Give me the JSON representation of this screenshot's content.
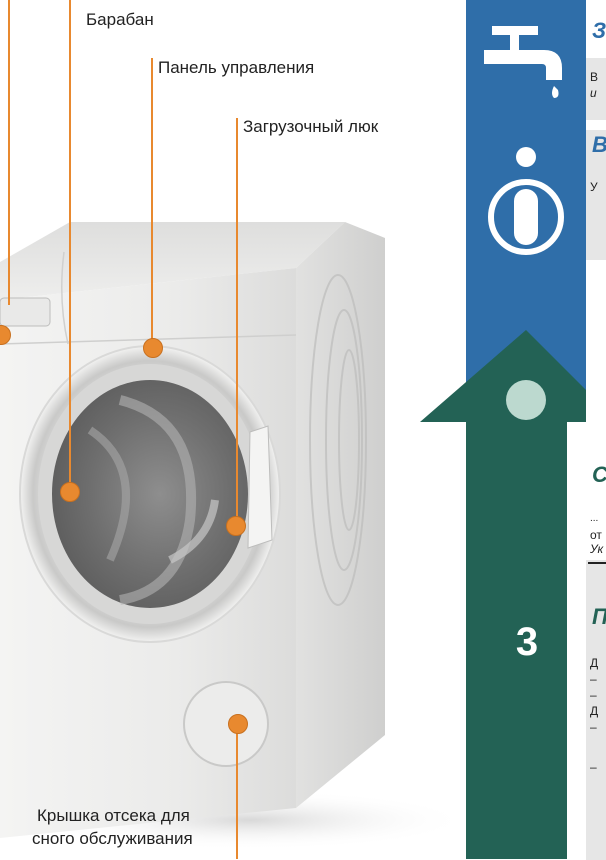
{
  "diagram": {
    "labels": {
      "drum": "Барабан",
      "control_panel": "Панель управления",
      "door": "Загрузочный люк",
      "service_cover_line1": "Крышка отсека для",
      "service_cover_line2": "сного обслуживания"
    }
  },
  "sidebar": {
    "icons": [
      "water-tap-icon",
      "info-icon",
      "up-arrow-icon"
    ],
    "step_number": "3",
    "colors": {
      "blue": "#2f6ea9",
      "green": "#236255",
      "orange": "#e8892f"
    }
  },
  "right_panel": {
    "heading1": "З",
    "text1_line1": "В",
    "text1_line2": "и",
    "heading2": "В",
    "text2": "У",
    "heading3": "С",
    "text3_line1": "...",
    "text3_line2": "от",
    "text3_line3": "Ук",
    "heading4": "П",
    "text4_line1": "Д",
    "text4_line2": "–",
    "text4_line3": "–",
    "text4_line4": "Д",
    "text4_line5": "–",
    "text4_line6": "–"
  }
}
